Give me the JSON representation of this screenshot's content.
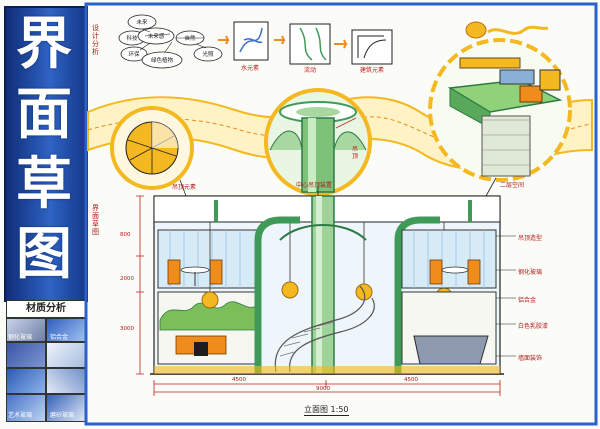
{
  "sheet": {
    "title_chars": [
      "界",
      "面",
      "草",
      "图"
    ],
    "material_heading": "材质分析",
    "materials": [
      "钢化玻璃",
      "铝合金",
      "艺术玻璃",
      "磨砂玻璃"
    ]
  },
  "concept": {
    "heading": "设计分析",
    "bubbles": [
      "未来",
      "科技",
      "未来感",
      "自然",
      "环保",
      "绿色植物",
      "光照"
    ],
    "sketch_labels": [
      "水元素",
      "流动",
      "建筑元素"
    ]
  },
  "callouts": {
    "ceiling": "吊顶",
    "details": [
      "吊顶元素",
      "中心吊顶装置",
      "二层空间"
    ]
  },
  "elevation": {
    "heading": "界面草图",
    "right_labels": [
      "吊顶造型",
      "钢化玻璃",
      "铝合金",
      "白色乳胶漆",
      "墙面装饰"
    ],
    "dims_bottom": [
      "4500",
      "9000",
      "4500"
    ],
    "dims_left": [
      "800",
      "2000",
      "3000"
    ],
    "caption": "立面图 1:50"
  },
  "colors": {
    "blue_dark": "#1b3f8f",
    "blue_mid": "#3c6fc8",
    "green": "#3f9a58",
    "green_light": "#a8d8a0",
    "yellow": "#f4b820",
    "orange": "#f08c1c",
    "cream": "#fff2c4"
  }
}
